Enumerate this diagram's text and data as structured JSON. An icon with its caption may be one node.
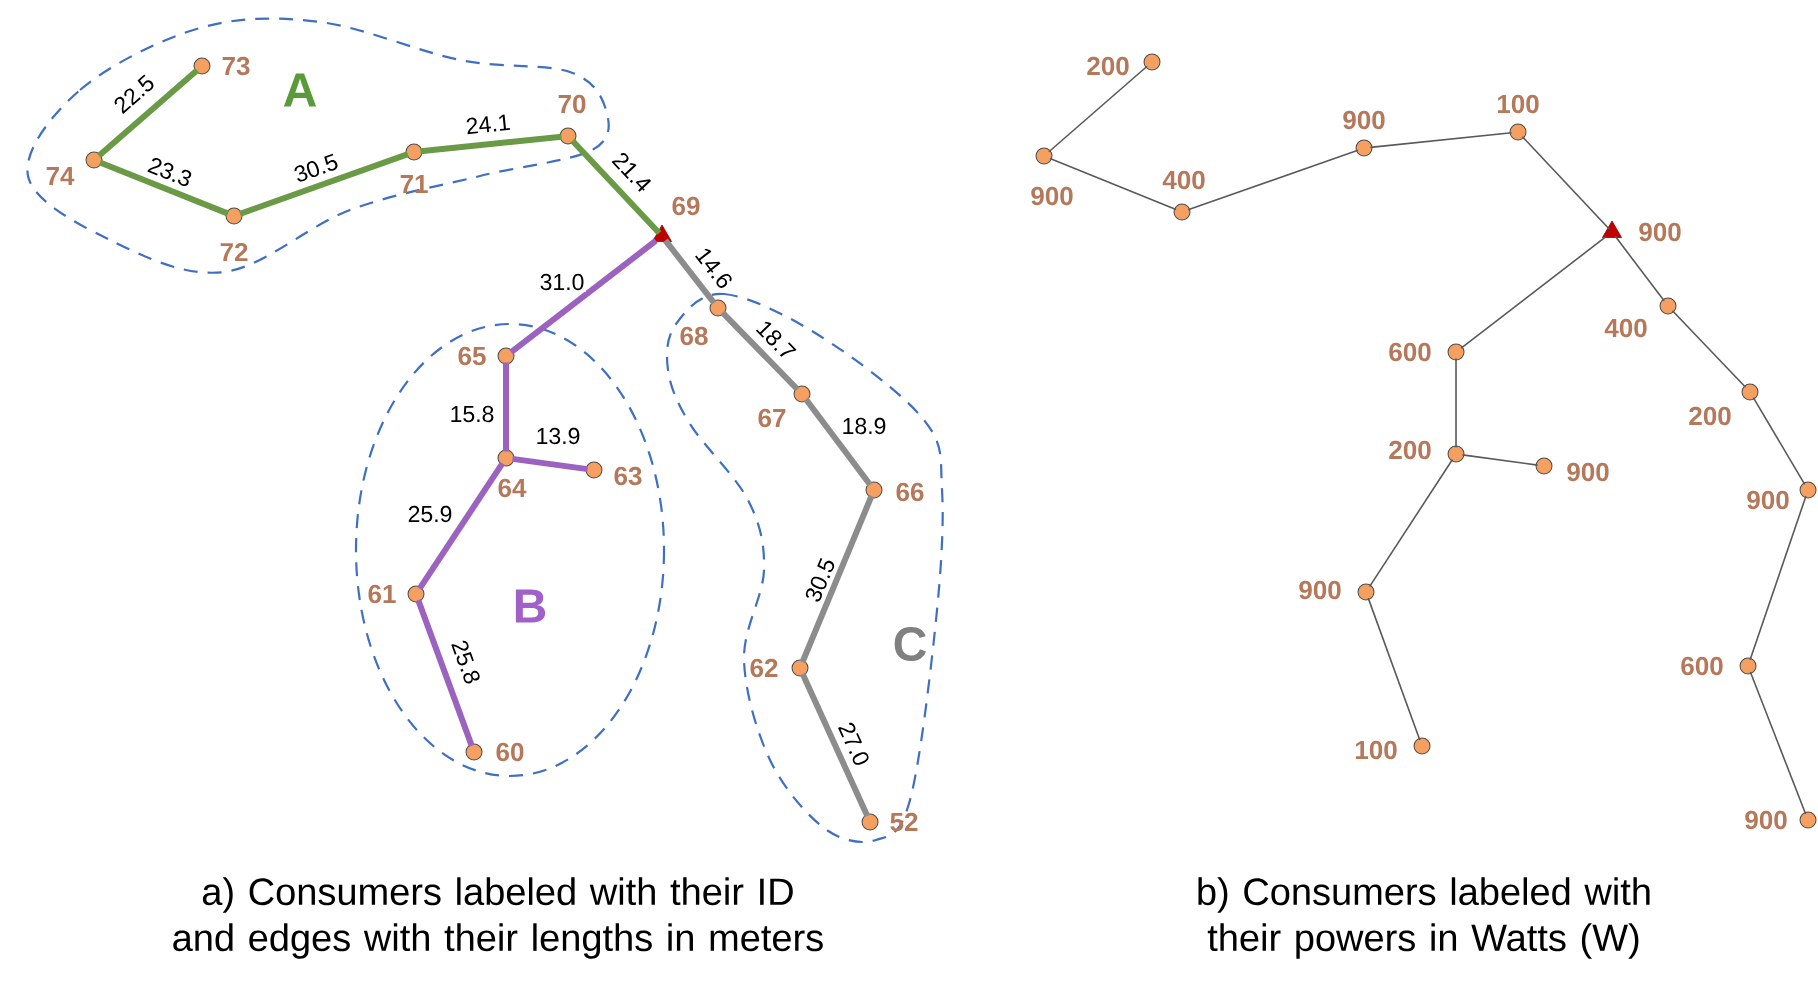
{
  "diagram": {
    "nodes": [
      {
        "text": [
          "A"
        ]
      },
      {
        "text": [
          "73"
        ],
        "in": 0
      },
      {
        "text": [
          "74"
        ],
        "in": 0
      },
      {
        "text": [
          "72"
        ],
        "in": 0
      },
      {
        "text": [
          "71"
        ],
        "in": 0
      },
      {
        "text": [
          "70"
        ],
        "in": 0
      },
      {
        "text": [
          "69"
        ]
      },
      {
        "text": [
          "B"
        ]
      },
      {
        "text": [
          "65"
        ],
        "in": 7
      },
      {
        "text": [
          "64"
        ],
        "in": 7
      },
      {
        "text": [
          "63"
        ],
        "in": 7
      },
      {
        "text": [
          "61"
        ],
        "in": 7
      },
      {
        "text": [
          "60"
        ],
        "in": 7
      },
      {
        "text": [
          "C"
        ]
      },
      {
        "text": [
          "68"
        ],
        "in": 13
      },
      {
        "text": [
          "67"
        ],
        "in": 13
      },
      {
        "text": [
          "66"
        ],
        "in": 13
      },
      {
        "text": [
          "62"
        ],
        "in": 13
      },
      {
        "text": [
          "52"
        ],
        "in": 13
      },
      {
        "text": [
          "200"
        ]
      },
      {
        "text": [
          "900"
        ]
      },
      {
        "text": [
          "400"
        ]
      },
      {
        "text": [
          "900"
        ]
      },
      {
        "text": [
          "100"
        ]
      },
      {
        "text": [
          "900"
        ]
      },
      {
        "text": [
          "600"
        ]
      },
      {
        "text": [
          "200"
        ]
      },
      {
        "text": [
          "900"
        ]
      },
      {
        "text": [
          "900"
        ]
      },
      {
        "text": [
          "100"
        ]
      },
      {
        "text": [
          "400"
        ]
      },
      {
        "text": [
          "200"
        ]
      },
      {
        "text": [
          "900"
        ]
      },
      {
        "text": [
          "600"
        ]
      },
      {
        "text": [
          "900"
        ]
      }
    ],
    "edges": [
      {
        "from": 2,
        "to": 1,
        "arrow": "none",
        "label": "22.5",
        "style": "thick",
        "color": "#6a9a45"
      },
      {
        "from": 2,
        "to": 3,
        "arrow": "none",
        "label": "23.3",
        "style": "thick",
        "color": "#6a9a45"
      },
      {
        "from": 3,
        "to": 4,
        "arrow": "none",
        "label": "30.5",
        "style": "thick",
        "color": "#6a9a45"
      },
      {
        "from": 4,
        "to": 5,
        "arrow": "none",
        "label": "24.1",
        "style": "thick",
        "color": "#6a9a45"
      },
      {
        "from": 5,
        "to": 6,
        "arrow": "none",
        "label": "21.4",
        "style": "thick",
        "color": "#6a9a45"
      },
      {
        "from": 6,
        "to": 14,
        "arrow": "none",
        "label": "14.6",
        "style": "thick",
        "color": "#8c8c8c"
      },
      {
        "from": 14,
        "to": 15,
        "arrow": "none",
        "label": "18.7",
        "style": "thick",
        "color": "#8c8c8c"
      },
      {
        "from": 15,
        "to": 16,
        "arrow": "none",
        "label": "18.9",
        "style": "thick",
        "color": "#8c8c8c"
      },
      {
        "from": 16,
        "to": 17,
        "arrow": "none",
        "label": "30.5",
        "style": "thick",
        "color": "#8c8c8c"
      },
      {
        "from": 17,
        "to": 18,
        "arrow": "none",
        "label": "27.0",
        "style": "thick",
        "color": "#8c8c8c"
      },
      {
        "from": 6,
        "to": 8,
        "arrow": "none",
        "label": "31.0",
        "style": "thick",
        "color": "#9b62c0"
      },
      {
        "from": 8,
        "to": 9,
        "arrow": "none",
        "label": "15.8",
        "style": "thick",
        "color": "#9b62c0"
      },
      {
        "from": 9,
        "to": 10,
        "arrow": "none",
        "label": "13.9",
        "style": "thick",
        "color": "#9b62c0"
      },
      {
        "from": 9,
        "to": 11,
        "arrow": "none",
        "label": "25.9",
        "style": "thick",
        "color": "#9b62c0"
      },
      {
        "from": 11,
        "to": 12,
        "arrow": "none",
        "label": "25.8",
        "style": "thick",
        "color": "#9b62c0"
      },
      {
        "from": 20,
        "to": 19,
        "arrow": "none"
      },
      {
        "from": 20,
        "to": 21,
        "arrow": "none"
      },
      {
        "from": 21,
        "to": 22,
        "arrow": "none"
      },
      {
        "from": 22,
        "to": 23,
        "arrow": "none"
      },
      {
        "from": 23,
        "to": 24,
        "arrow": "none"
      },
      {
        "from": 24,
        "to": 30,
        "arrow": "none"
      },
      {
        "from": 30,
        "to": 31,
        "arrow": "none"
      },
      {
        "from": 31,
        "to": 32,
        "arrow": "none"
      },
      {
        "from": 32,
        "to": 33,
        "arrow": "none"
      },
      {
        "from": 33,
        "to": 34,
        "arrow": "none"
      },
      {
        "from": 24,
        "to": 25,
        "arrow": "none"
      },
      {
        "from": 25,
        "to": 26,
        "arrow": "none"
      },
      {
        "from": 26,
        "to": 27,
        "arrow": "none"
      },
      {
        "from": 26,
        "to": 28,
        "arrow": "none"
      },
      {
        "from": 28,
        "to": 29,
        "arrow": "none"
      }
    ],
    "labels": [
      "a) Consumers labeled with their ID and edges with their lengths in meters",
      "b) Consumers labeled with their powers in Watts (W)"
    ]
  }
}
